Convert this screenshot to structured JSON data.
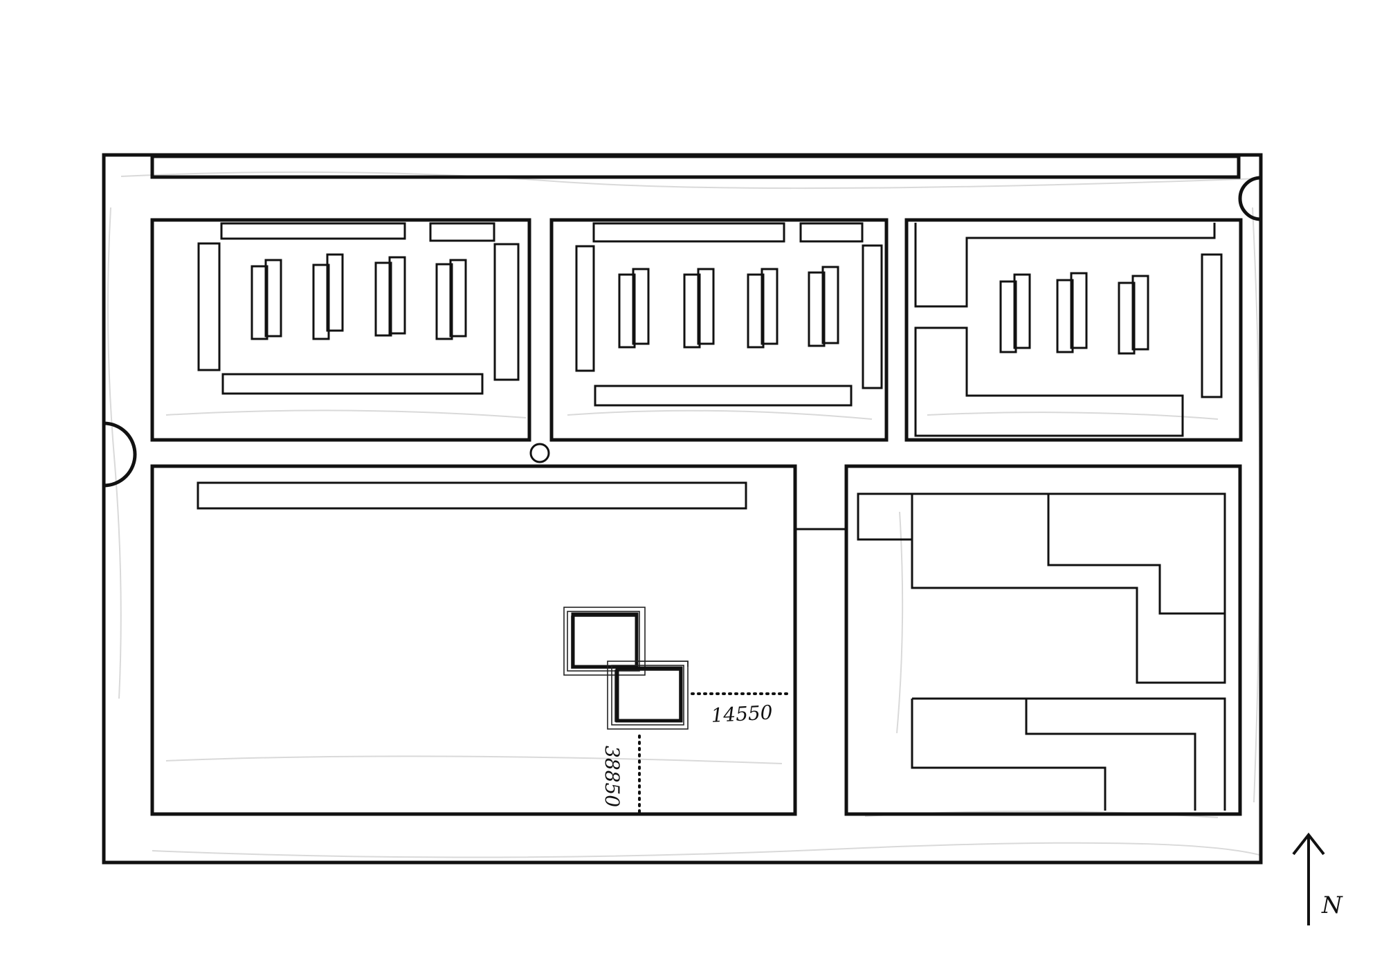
{
  "dimensions": {
    "horizontal": "14550",
    "vertical": "38850"
  },
  "north_arrow": {
    "label": "N"
  },
  "colors": {
    "line": "#111111",
    "sketch": "#d9d9d9",
    "background": "#ffffff"
  }
}
